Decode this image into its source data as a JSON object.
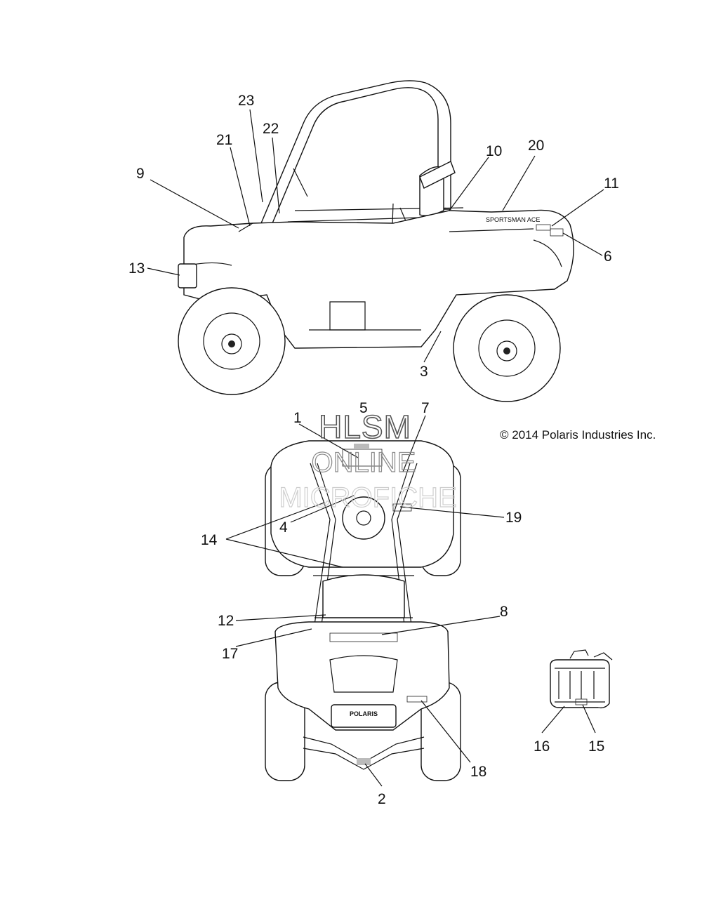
{
  "copyright": "© 2014 Polaris Industries Inc.",
  "watermark": {
    "line1": "HLSM",
    "line2": "ONLINE",
    "line3": "MICROFICHE"
  },
  "vehicle_text": {
    "side_decal": "SPORTSMAN ACE",
    "front_badge": "POLARIS"
  },
  "callouts": [
    "1",
    "2",
    "3",
    "4",
    "5",
    "6",
    "7",
    "8",
    "9",
    "10",
    "11",
    "12",
    "13",
    "14",
    "15",
    "16",
    "17",
    "18",
    "19",
    "20",
    "21",
    "22",
    "23"
  ]
}
